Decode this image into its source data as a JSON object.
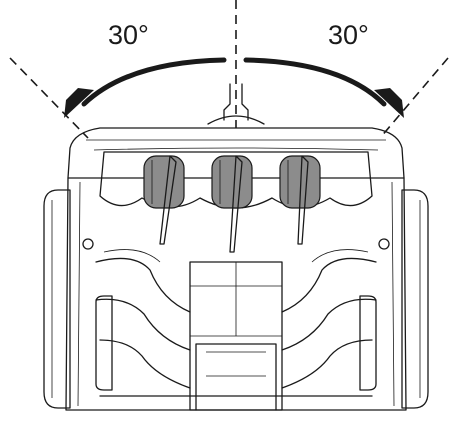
{
  "diagram": {
    "angle_left_label": "30°",
    "angle_right_label": "30°",
    "rotation_angle_left_deg": 30,
    "rotation_angle_right_deg": 30,
    "line_color": "#1a1a1a",
    "cylinder_fill": "#8c8c8c"
  }
}
